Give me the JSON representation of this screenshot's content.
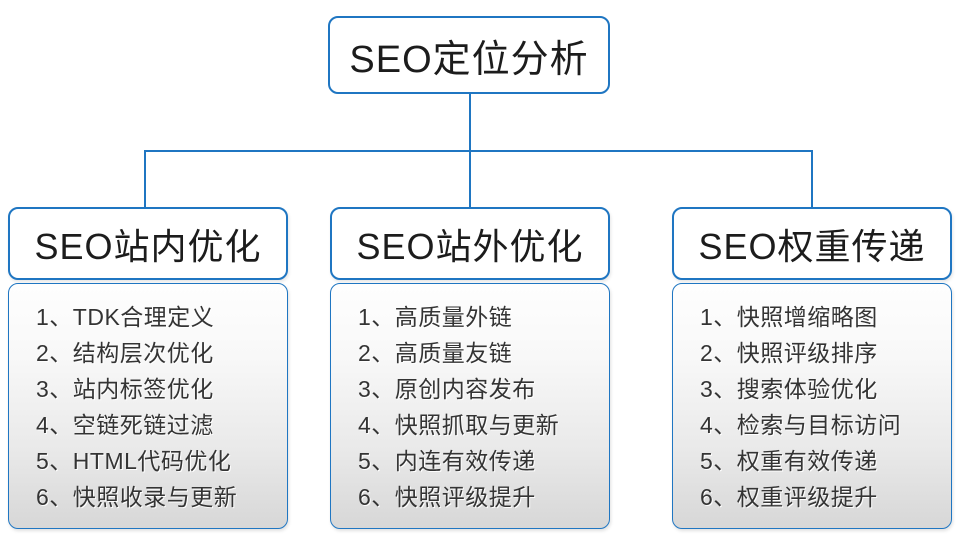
{
  "colors": {
    "line_blue": "#1F76C2",
    "text_dark": "#1c1c1c",
    "item_text": "#343434",
    "body_gradient_top": "#ffffff",
    "body_gradient_bottom": "#d7d7d7"
  },
  "root": {
    "title": "SEO定位分析"
  },
  "columns": [
    {
      "title": "SEO站内优化",
      "items": [
        "1、TDK合理定义",
        "2、结构层次优化",
        "3、站内标签优化",
        "4、空链死链过滤",
        "5、HTML代码优化",
        "6、快照收录与更新"
      ]
    },
    {
      "title": "SEO站外优化",
      "items": [
        "1、高质量外链",
        "2、高质量友链",
        "3、原创内容发布",
        "4、快照抓取与更新",
        "5、内连有效传递",
        "6、快照评级提升"
      ]
    },
    {
      "title": "SEO权重传递",
      "items": [
        "1、快照增缩略图",
        "2、快照评级排序",
        "3、搜索体验优化",
        "4、检索与目标访问",
        "5、权重有效传递",
        "6、权重评级提升"
      ]
    }
  ]
}
